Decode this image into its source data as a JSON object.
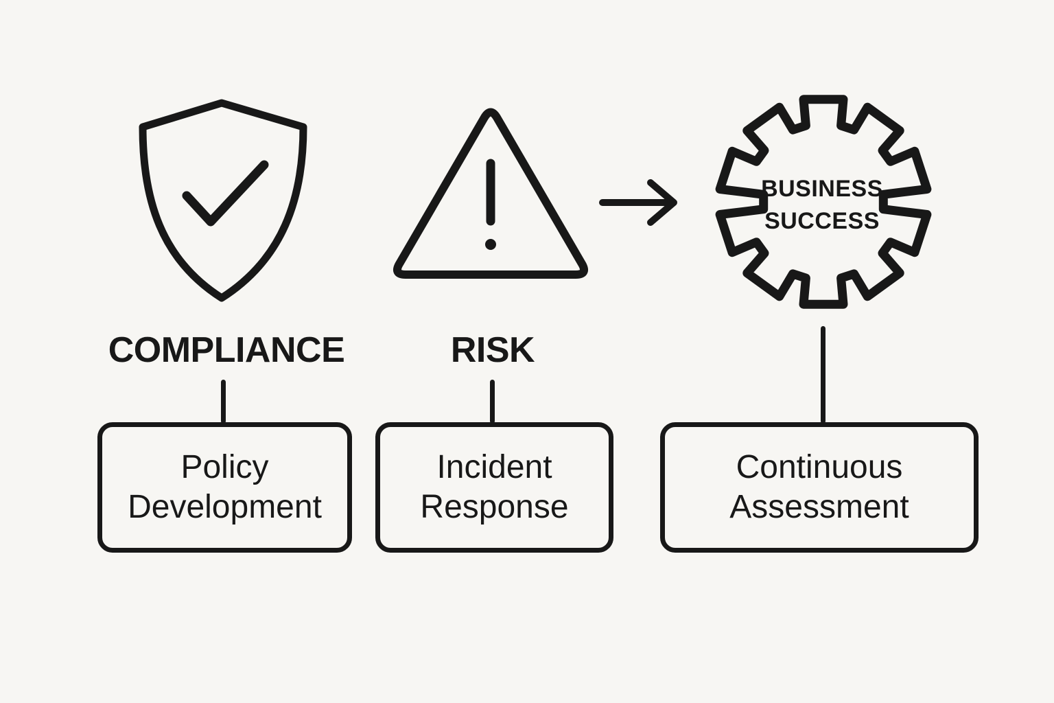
{
  "colors": {
    "background": "#f7f6f3",
    "ink": "#181818"
  },
  "items": [
    {
      "icon": "shield-check",
      "label": "COMPLIANCE",
      "box_label": "Policy Development"
    },
    {
      "icon": "warning-triangle",
      "label": "RISK",
      "box_label": "Incident Response"
    },
    {
      "icon": "gear",
      "label": "BUSINESS SUCCESS",
      "box_label": "Continuous Assessment"
    }
  ],
  "arrow": {
    "direction": "right"
  }
}
